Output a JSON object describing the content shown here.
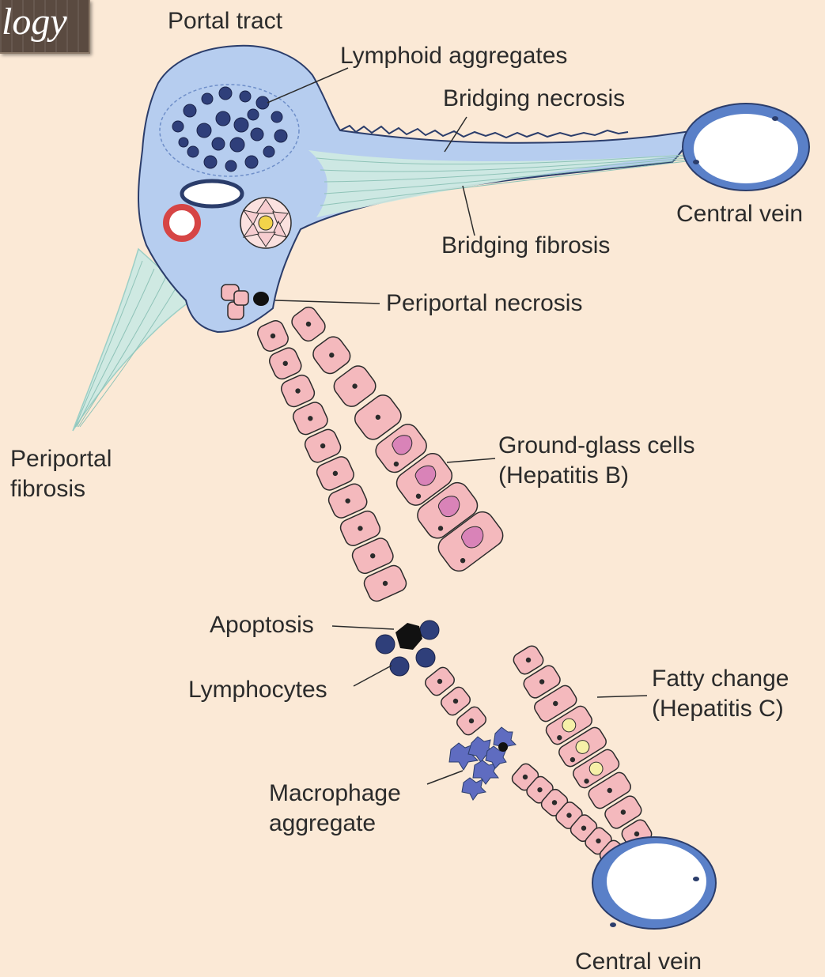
{
  "corner_text": "logy",
  "colors": {
    "background": "#fbe9d6",
    "portal_tract": "#b6cdef",
    "fibrosis": "#cfe9e2",
    "hepatocyte": "#f4b9bd",
    "vein_wall": "#5a80c8",
    "lymphocyte": "#2f3f7a",
    "ground_glass": "#d983b8",
    "fat_droplet": "#f6f0a8",
    "macrophage": "#5f6cc0"
  },
  "labels": {
    "portal_tract": "Portal tract",
    "lymphoid_aggregates": "Lymphoid aggregates",
    "bridging_necrosis": "Bridging necrosis",
    "central_vein_top": "Central vein",
    "bridging_fibrosis": "Bridging fibrosis",
    "periportal_necrosis": "Periportal necrosis",
    "periportal_fibrosis": "Periportal\nfibrosis",
    "ground_glass": "Ground-glass cells\n(Hepatitis B)",
    "apoptosis": "Apoptosis",
    "lymphocytes": "Lymphocytes",
    "fatty_change": "Fatty change\n(Hepatitis C)",
    "macrophage": "Macrophage\naggregate",
    "central_vein_bottom": "Central vein"
  }
}
